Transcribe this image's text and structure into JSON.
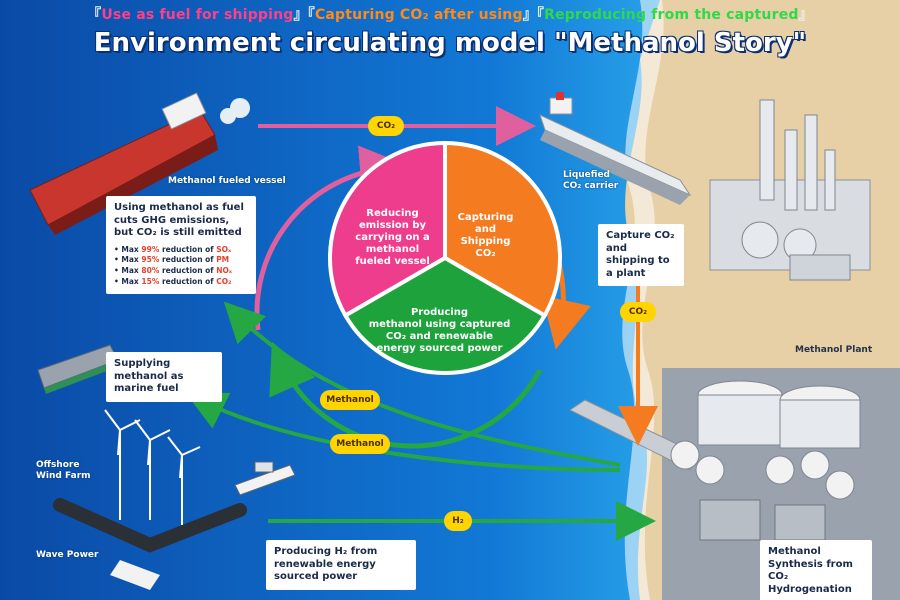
{
  "header": {
    "tag_1": "Use as fuel for shipping",
    "tag_2": "Capturing CO₂ after using",
    "tag_3": "Reproducing from the captured",
    "title": "Environment circulating model \"Methanol Story\""
  },
  "cycle": {
    "segments": [
      {
        "label": "Reducing\nemission by\ncarrying on a\nmethanol\nfueled vessel",
        "color": "#ee3d8d"
      },
      {
        "label": "Capturing\nand\nShipping\nCO₂",
        "color": "#f47b20"
      },
      {
        "label": "Producing\nmethanol using captured\nCO₂ and renewable\nenergy sourced power",
        "color": "#1ea23c"
      }
    ]
  },
  "captions": {
    "vessel": "Methanol fueled vessel",
    "carrier": "Liquefied\nCO₂ carrier",
    "plant": "Methanol Plant",
    "windfarm": "Offshore\nWind Farm",
    "wave": "Wave Power"
  },
  "boxes": {
    "emissions": {
      "text": "Using methanol as fuel cuts GHG emissions, but CO₂ is still emitted",
      "bullets": [
        {
          "pre": "Max ",
          "pct": "99%",
          "mid": " reduction of ",
          "sub": "SOₓ"
        },
        {
          "pre": "Max ",
          "pct": "95%",
          "mid": " reduction of ",
          "sub": "PM"
        },
        {
          "pre": "Max ",
          "pct": "80%",
          "mid": " reduction of ",
          "sub": "NOₓ"
        },
        {
          "pre": "Max ",
          "pct": "15%",
          "mid": " reduction of ",
          "sub": "CO₂"
        }
      ]
    },
    "supply": "Supplying methanol as marine fuel",
    "capture": "Capture CO₂ and shipping to a plant",
    "h2": "Producing H₂ from renewable energy sourced power",
    "synthesis": "Methanol Synthesis from CO₂ Hydrogenation"
  },
  "badges": {
    "co2_top": "CO₂",
    "co2_right": "CO₂",
    "methanol_1": "Methanol",
    "methanol_2": "Methanol",
    "h2": "H₂"
  },
  "colors": {
    "arrow_pink": "#e0609f",
    "arrow_orange": "#f47b20",
    "arrow_green": "#25a844",
    "badge": "#ffd400"
  }
}
